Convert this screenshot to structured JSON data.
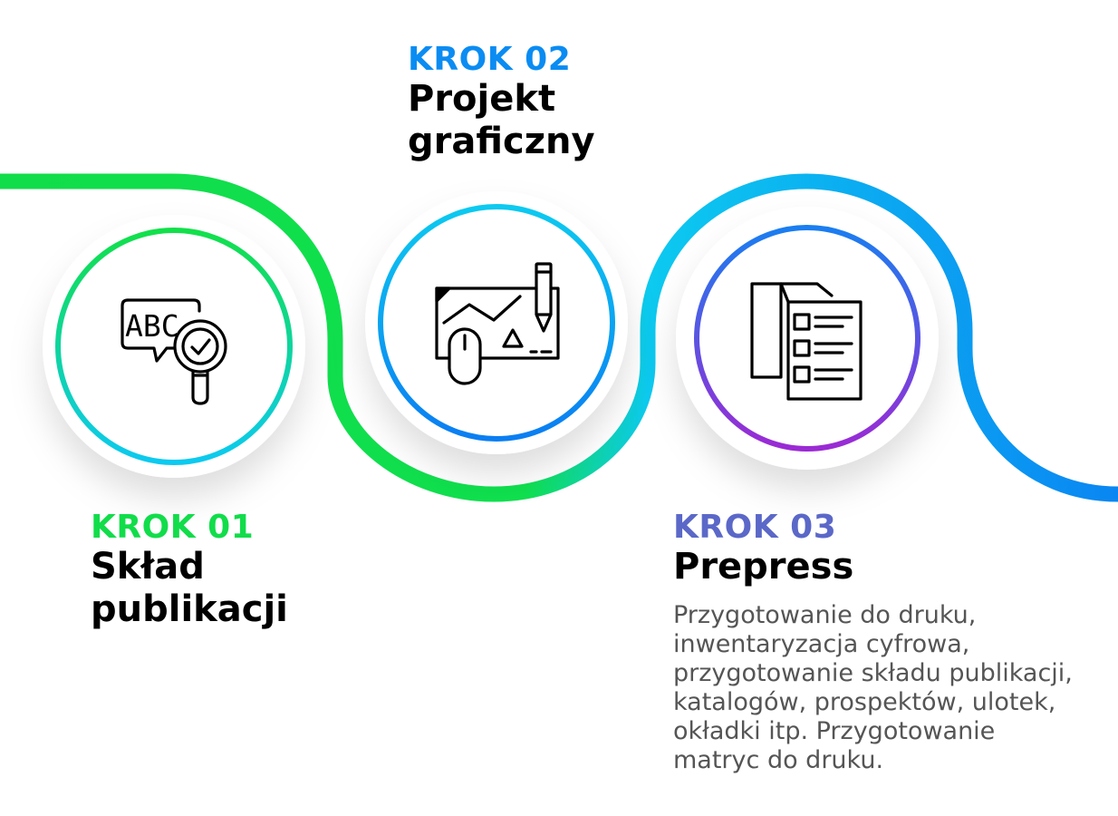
{
  "colors": {
    "green": "#11dd4a",
    "cyan": "#0ccaf0",
    "blue": "#0a8cf2",
    "indigo": "#5b68c8",
    "purple": "#9b2ad4"
  },
  "steps": [
    {
      "kicker": "KROK 01",
      "kicker_color": "#11dd4a",
      "title_lines": [
        "Skład",
        "publikacji"
      ],
      "icon": "abc-magnifier-check-icon"
    },
    {
      "kicker": "KROK 02",
      "kicker_color": "#0a8cf2",
      "title_lines": [
        "Projekt",
        "graficzny"
      ],
      "icon": "design-tablet-pen-mouse-icon"
    },
    {
      "kicker": "KROK 03",
      "kicker_color": "#5b68c8",
      "title_lines": [
        "Prepress"
      ],
      "description_lines": [
        "Przygotowanie do druku,",
        "inwentaryzacja cyfrowa,",
        "przygotowanie składu publikacji,",
        "katalogów, prospektów, ulotek,",
        "okładki itp. Przygotowanie",
        "matryc do druku."
      ],
      "icon": "folded-brochure-checklist-icon"
    }
  ]
}
